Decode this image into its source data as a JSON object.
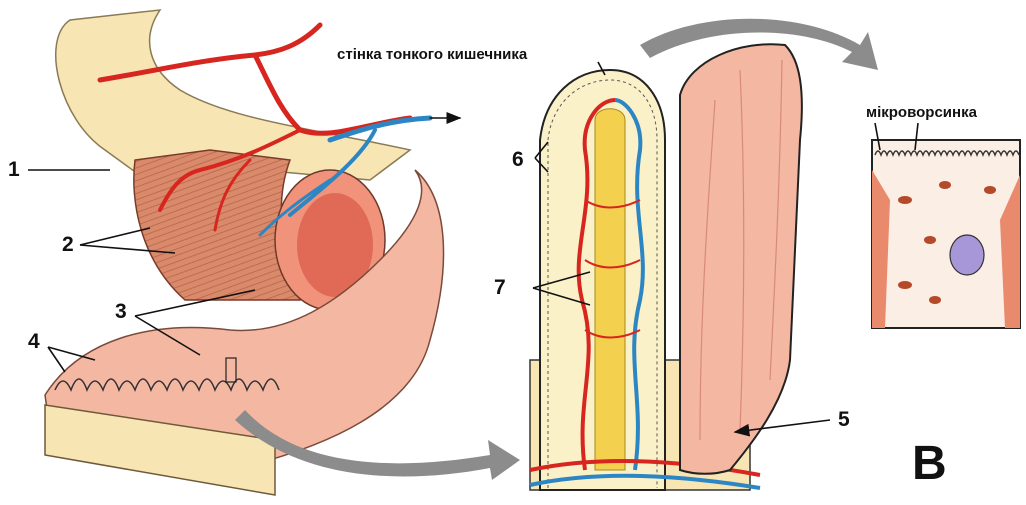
{
  "labels": {
    "wall": "стінка тонкого кишечника",
    "microvillus": "мікроворсинка",
    "n1": "1",
    "n2": "2",
    "n3": "3",
    "n4": "4",
    "n5": "5",
    "n6": "6",
    "n7": "7",
    "panel": "В"
  },
  "colors": {
    "serosa": "#f7e6b4",
    "muscle": "#d98a6a",
    "mucosa": "#f4b7a2",
    "artery": "#d7261f",
    "vein": "#2d86c4",
    "lacteal": "#f3d04d",
    "arrow": "#8c8c8c",
    "nucleus": "#a796d8"
  }
}
